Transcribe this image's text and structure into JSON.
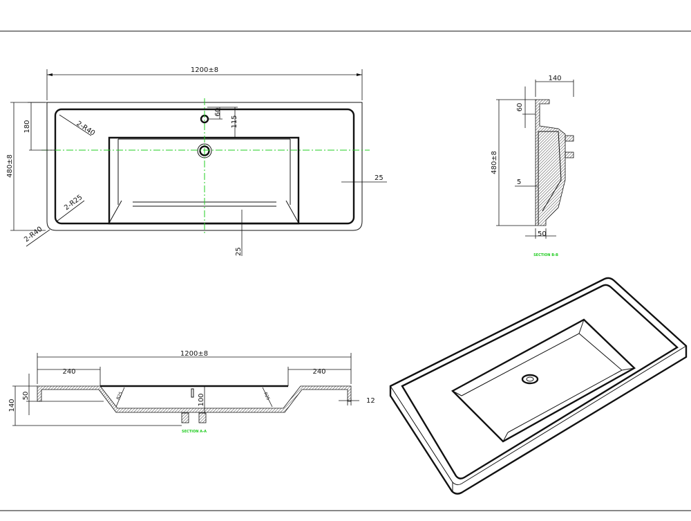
{
  "top_view": {
    "width_dim": "1200±8",
    "depth_dim": "480±8",
    "dim_180": "180",
    "dim_60": "60",
    "dim_115": "115",
    "radius_r40_top": "2-R40",
    "radius_r25": "2-R25",
    "radius_r40_corner": "2-R40",
    "dim_25_right": "25",
    "dim_25_bottom": "25"
  },
  "side_section": {
    "dim_140": "140",
    "dim_60": "60",
    "dim_480": "480±8",
    "dim_5": "5",
    "dim_50": "50",
    "label": "SECTION B-B"
  },
  "front_section": {
    "width_dim": "1200±8",
    "left_240": "240",
    "right_240": "240",
    "dim_50": "50",
    "dim_140": "140",
    "dim_100": "100",
    "dim_12": "12",
    "radius_left": "R25",
    "radius_right": "R25",
    "label": "SECTION A-A"
  },
  "colors": {
    "line": "#111111",
    "centerline": "#22cc22"
  }
}
